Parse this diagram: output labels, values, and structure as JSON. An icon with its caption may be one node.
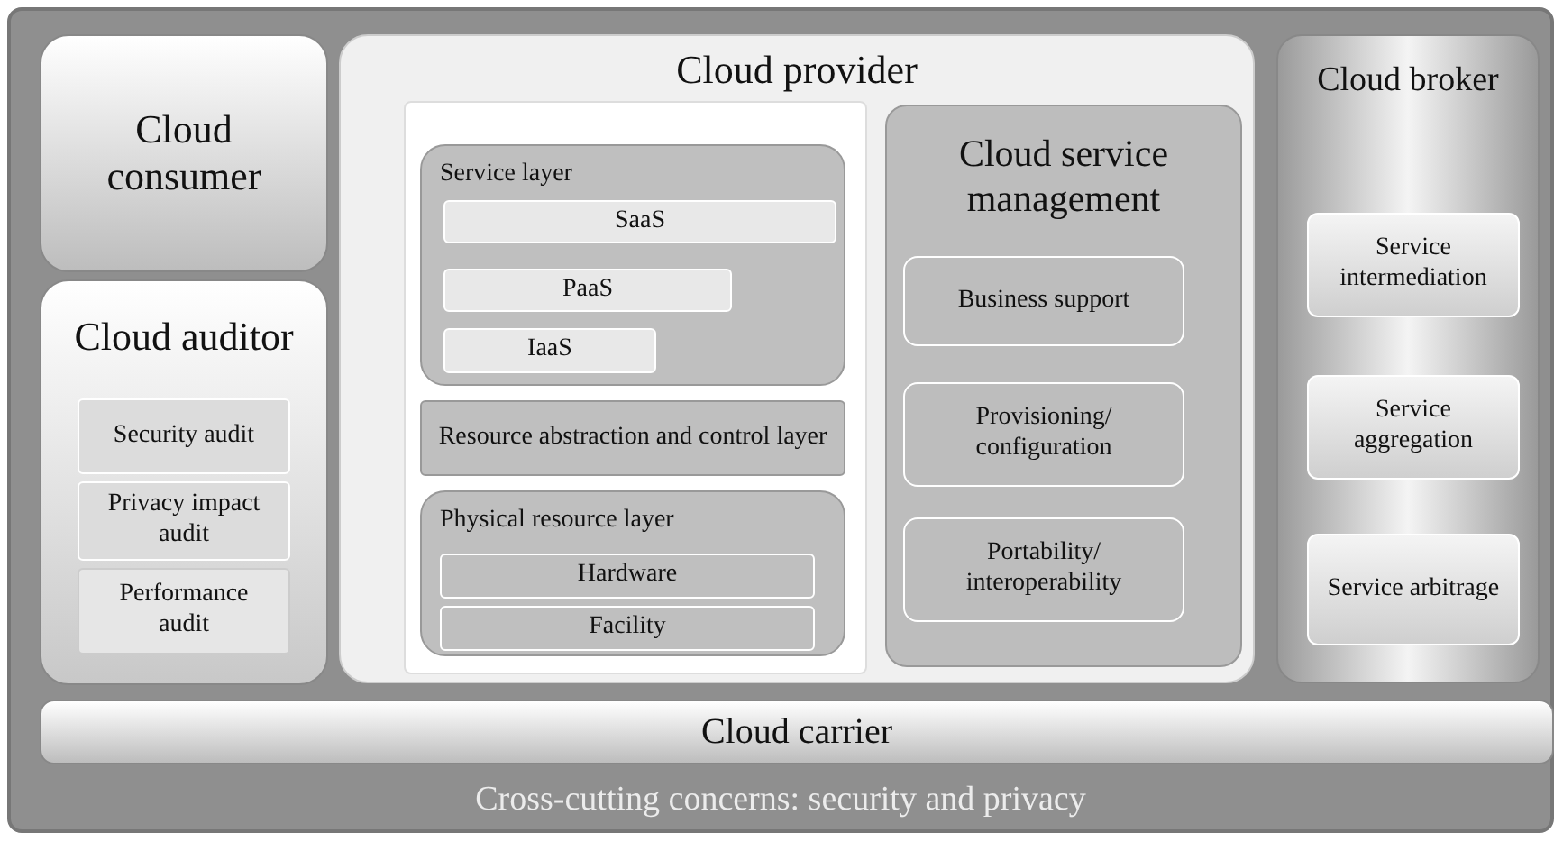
{
  "diagram": {
    "nodes": [
      {
        "text": [
          "Cross-cutting concerns: security and privacy"
        ]
      },
      {
        "text": [
          "Cloud consumer"
        ],
        "in": 0
      },
      {
        "text": [
          "Cloud auditor"
        ],
        "in": 0
      },
      {
        "text": [
          "Security audit"
        ],
        "in": 2
      },
      {
        "text": [
          "Privacy impact audit"
        ],
        "in": 2
      },
      {
        "text": [
          "Performance audit"
        ],
        "in": 2
      },
      {
        "text": [
          "Cloud provider"
        ],
        "in": 0
      },
      {
        "text": [],
        "shape": "box",
        "in": 6
      },
      {
        "text": [
          "Service layer"
        ],
        "in": 7
      },
      {
        "text": [
          "SaaS"
        ],
        "in": 8
      },
      {
        "text": [
          "PaaS"
        ],
        "in": 8
      },
      {
        "text": [
          "IaaS"
        ],
        "in": 8
      },
      {
        "text": [
          "Resource abstraction and control layer"
        ],
        "in": 7
      },
      {
        "text": [
          "Physical resource layer"
        ],
        "in": 7
      },
      {
        "text": [
          "Hardware"
        ],
        "in": 13
      },
      {
        "text": [
          "Facility"
        ],
        "in": 13
      },
      {
        "text": [
          "Cloud service management"
        ],
        "in": 6
      },
      {
        "text": [
          "Business support"
        ],
        "in": 16
      },
      {
        "text": [
          "Provisioning/ configuration"
        ],
        "in": 16
      },
      {
        "text": [
          "Portability/ interoperability"
        ],
        "in": 16
      },
      {
        "text": [
          "Cloud broker"
        ],
        "in": 0
      },
      {
        "text": [
          "Service intermediation"
        ],
        "in": 20
      },
      {
        "text": [
          "Service aggregation"
        ],
        "in": 20
      },
      {
        "text": [
          "Service arbitrage"
        ],
        "in": 20
      },
      {
        "text": [
          "Cloud carrier"
        ],
        "in": 0
      }
    ]
  }
}
